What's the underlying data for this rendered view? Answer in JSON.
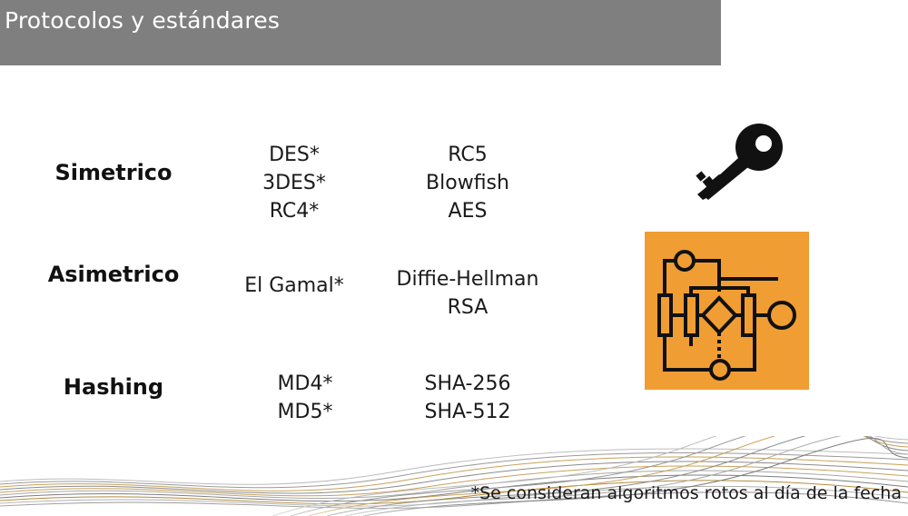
{
  "header": {
    "title": "Protocolos y estándares"
  },
  "categories": [
    {
      "label": "Simetrico",
      "col1": [
        "DES*",
        "3DES*",
        "RC4*"
      ],
      "col2": [
        "RC5",
        "Blowfish",
        "AES"
      ]
    },
    {
      "label": "Asimetrico",
      "col1": [
        "El Gamal*"
      ],
      "col2": [
        "Diffie-Hellman",
        "RSA"
      ]
    },
    {
      "label": "Hashing",
      "col1": [
        "MD4*",
        "MD5*"
      ],
      "col2": [
        "SHA-256",
        "SHA-512"
      ]
    }
  ],
  "footnote": "*Se consideran algoritmos rotos al día de la fecha",
  "icons": {
    "symmetric": "key-icon",
    "algorithm": "flowchart-icon"
  },
  "colors": {
    "title_bar": "#7f7f7f",
    "icon_bg": "#f09d33",
    "wave_gold": "#c9a15a",
    "wave_gray": "#9a9a9a"
  }
}
